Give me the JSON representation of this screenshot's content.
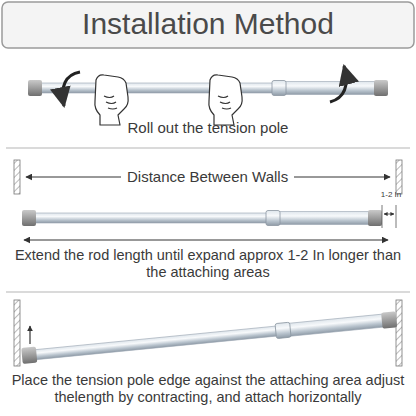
{
  "diagram": {
    "title": "Installation Method",
    "labels": [
      "Roll out the tension pole",
      "Distance Between Walls",
      "1-2 In",
      "Extend the rod length until expand approx 1-2 In longer than the attaching areas",
      "Place the tension pole edge against the attaching area adjust thelength by contracting, and attach horizontally"
    ]
  }
}
